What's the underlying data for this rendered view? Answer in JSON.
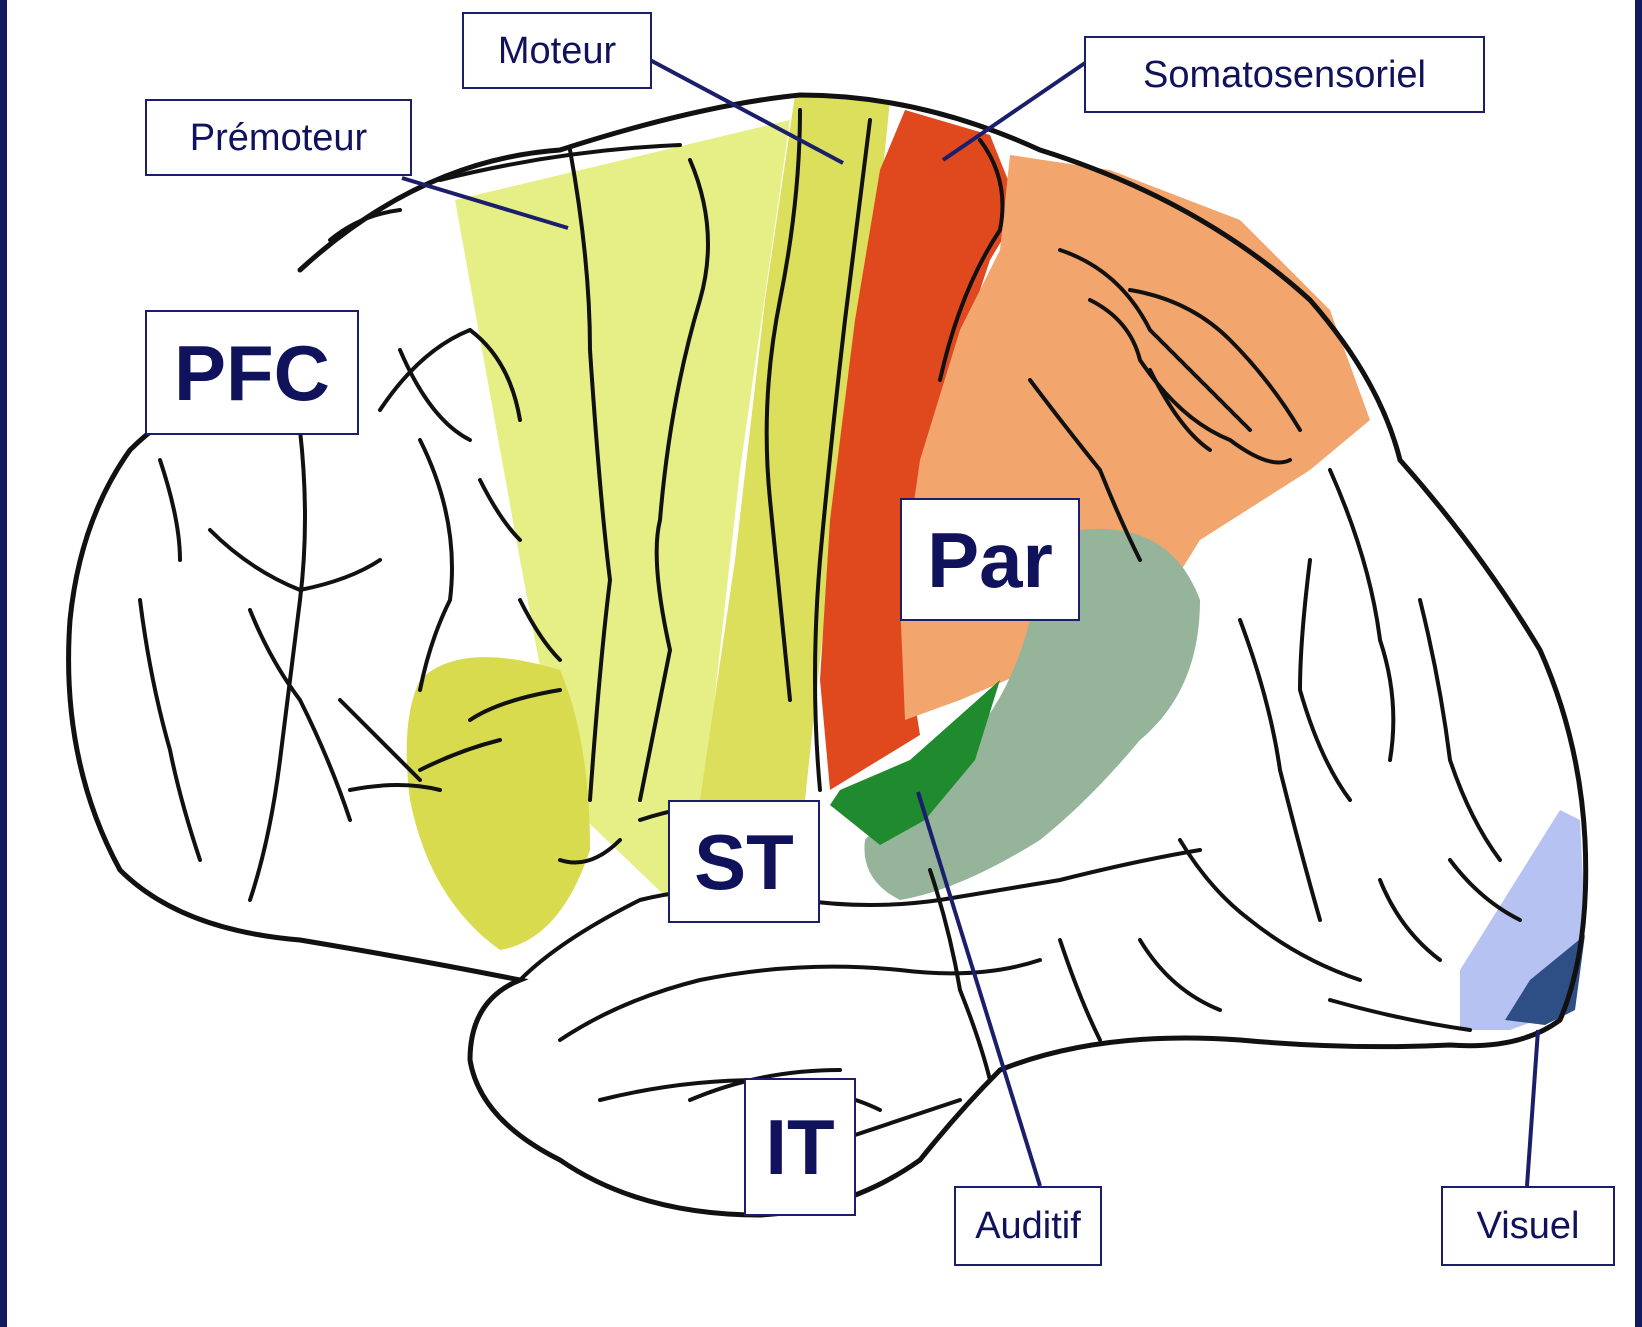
{
  "labels": {
    "moteur": "Moteur",
    "somatosensoriel": "Somatosensoriel",
    "premoteur": "Prémoteur",
    "pfc": "PFC",
    "par": "Par",
    "st": "ST",
    "it": "IT",
    "auditif": "Auditif",
    "visuel": "Visuel"
  },
  "colors": {
    "frame": "#141a5e",
    "label_text": "#10135c",
    "outline": "#111111",
    "premoteur_region": "#e6ef86",
    "moteur_region": "#dbdf5c",
    "somatosensoriel_region": "#e0491e",
    "parietal_region": "#f2a56c",
    "temporal_grey_region": "#96b49a",
    "auditif_region": "#1f8a2e",
    "visuel_region": "#b6c3f2",
    "visuel_dark_region": "#2e4f86"
  }
}
